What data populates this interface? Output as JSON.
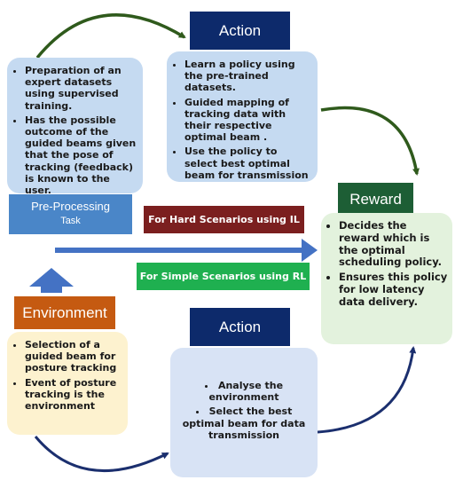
{
  "action_top": {
    "title": "Action",
    "bullets": [
      "Learn a policy using the pre-trained datasets.",
      "Guided mapping of tracking data with their respective optimal beam .",
      "Use the policy to select best optimal beam for transmission"
    ]
  },
  "preprocessing": {
    "bullets": [
      "Preparation of an expert datasets using supervised training.",
      "Has the possible outcome of the guided beams given that the pose of tracking (feedback) is known to the user."
    ],
    "label_line1": "Pre-Processing",
    "label_line2": "Task"
  },
  "reward": {
    "title": "Reward",
    "bullets": [
      "Decides the reward which is the optimal scheduling policy.",
      "Ensures this policy for low latency data delivery."
    ]
  },
  "scenarios": {
    "hard": "For Hard  Scenarios using IL",
    "simple": "For Simple Scenarios using RL"
  },
  "environment": {
    "title": "Environment",
    "bullets": [
      "Selection of a guided beam for posture tracking",
      "Event of posture tracking is the environment"
    ]
  },
  "action_bottom": {
    "title": "Action",
    "bullets": [
      "Analyse the environment",
      "Select the best optimal beam for data transmission"
    ]
  },
  "colors": {
    "navy": "#0d2a6b",
    "curve_green": "#2f5a1c",
    "curve_navy": "#1b2f6e",
    "main_arrow": "#4472c4",
    "preprocessing_panel": "#c5daf1",
    "preprocessing_label": "#4a86c8",
    "reward_header": "#1d5e35",
    "reward_panel": "#e3f2dd",
    "hard_label": "#7b1f1f",
    "simple_label": "#1fb050",
    "environment_header": "#c55a11",
    "environment_panel": "#fdf2cf",
    "action_bottom_panel": "#d8e3f5"
  }
}
